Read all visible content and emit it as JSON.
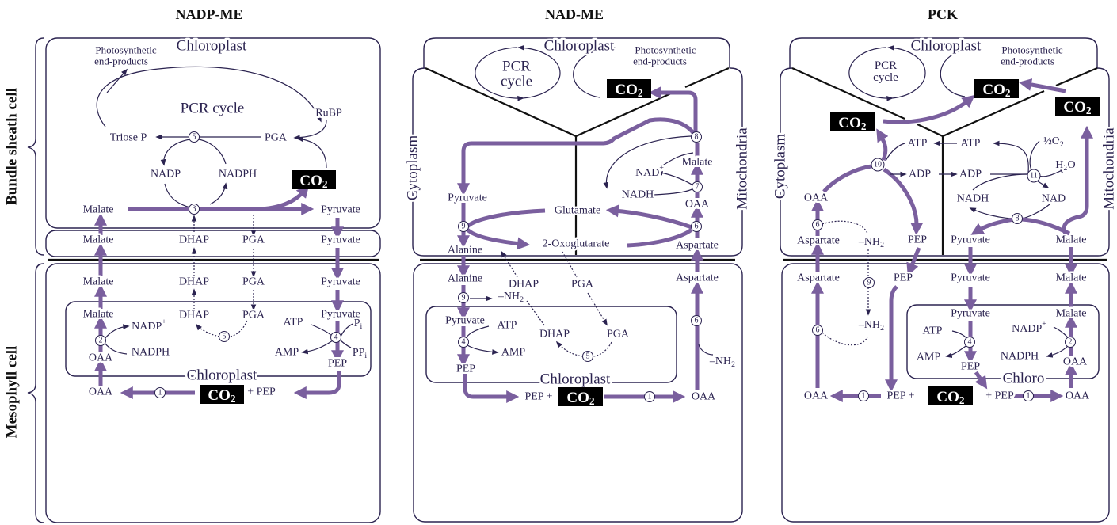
{
  "panels": {
    "p1": "NADP-ME",
    "p2": "NAD-ME",
    "p3": "PCK"
  },
  "cell_types": {
    "bundle_sheath": "Bundle sheath cell",
    "mesophyll": "Mesophyll cell"
  },
  "compartments": {
    "chloroplast": "Chloroplast",
    "chloro": "Chloro",
    "cytoplasm": "Cytoplasm",
    "mitochondria": "Mitochondria",
    "pcr_cycle": "PCR cycle",
    "pcr": "PCR",
    "cycle": "cycle",
    "photosynthetic": "Photosynthetic",
    "end_products": "end-products"
  },
  "m": {
    "malate": "Malate",
    "pyruvate": "Pyruvate",
    "oaa": "OAA",
    "pep": "PEP",
    "dhap": "DHAP",
    "pga": "PGA",
    "triose_p": "Triose P",
    "rubp": "RuBP",
    "nadp": "NADP",
    "nadph": "NADPH",
    "atp": "ATP",
    "amp": "AMP",
    "adp": "ADP",
    "alanine": "Alanine",
    "aspartate": "Aspartate",
    "glutamate": "Glutamate",
    "oxoglutarate": "2-Oxoglutarate",
    "nadh": "NADH",
    "nad": "NAD",
    "plus_pep": "+ PEP",
    "pep_plus": "PEP +"
  },
  "f": {
    "co2": {
      "base": "CO",
      "sub": "2"
    },
    "nh2": {
      "base": "–NH",
      "sub": "2"
    },
    "pi": {
      "base": "P",
      "sub": "i"
    },
    "ppi": {
      "base": "PP",
      "sub": "i"
    },
    "nadp_plus": {
      "base": "NADP",
      "sup": "+"
    },
    "nad_plus": {
      "base": "NAD",
      "sup": "+"
    },
    "h2o": {
      "base": "H",
      "sub": "2",
      "tail": "O"
    },
    "half_o2": {
      "base": "½O",
      "sub": "2"
    }
  },
  "enzymes": {
    "e1": "1",
    "e2": "2",
    "e3": "3",
    "e4": "4",
    "e5": "5",
    "e6": "6",
    "e7": "7",
    "e8": "8",
    "e9": "9",
    "e10": "10",
    "e11": "11"
  },
  "colors": {
    "flux_arrow": "#7a5f9e",
    "text": "#2b2350",
    "co2_box": "#000000"
  }
}
